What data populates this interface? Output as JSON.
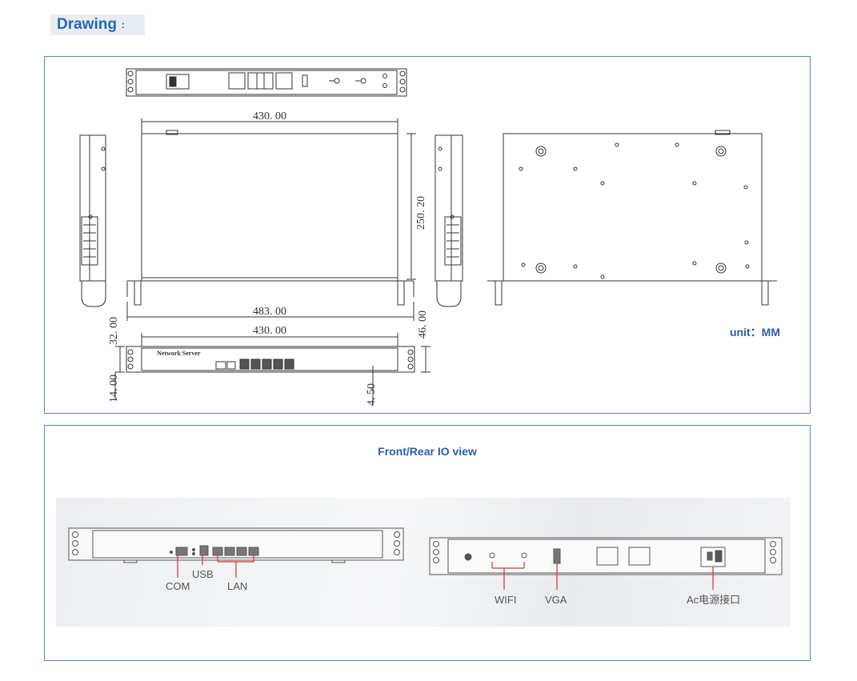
{
  "header": {
    "title": "Drawing",
    "colon": ":"
  },
  "drawing": {
    "dims": {
      "top_width": "430. 00",
      "depth": "250. 20",
      "overall_width": "483. 00",
      "front_width": "430. 00",
      "height_left": "32. 00",
      "height_right": "46. 00",
      "foot": "14. 00",
      "small": "4. 50"
    },
    "front_label": "Network Server",
    "unit_label": "unit：MM"
  },
  "io_view": {
    "title": "Front/Rear IO view",
    "labels": {
      "com": "COM",
      "usb": "USB",
      "lan": "LAN",
      "wifi": "WIFI",
      "vga": "VGA",
      "ac": "Ac电源接口"
    },
    "accent_color": "#e0302b"
  },
  "colors": {
    "frame": "#4f87c7",
    "heading": "#2268b8",
    "line": "#333333"
  }
}
